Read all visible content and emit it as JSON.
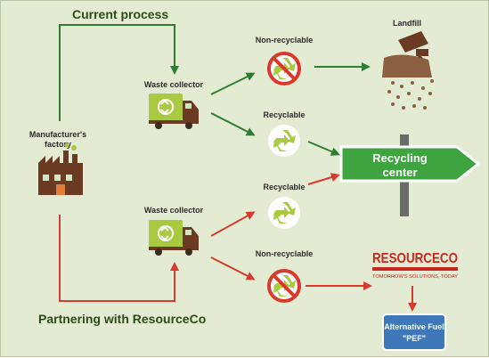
{
  "colors": {
    "background": "#e3ecd2",
    "current_flow": "#2f7d32",
    "partner_flow": "#d93a2b",
    "truck_box": "#a9c940",
    "truck_cab": "#6b3a22",
    "sign": "#3fa33f",
    "fuel_box": "#3f78b8",
    "resourceco_red": "#c8261e"
  },
  "headings": {
    "current": "Current process",
    "partner": "Partnering with ResourceCo"
  },
  "factory": {
    "label_line1": "Manufacturer's",
    "label_line2": "factory",
    "icon": "factory-icon"
  },
  "top": {
    "collector": "Waste collector",
    "non_recyclable": "Non-recyclable",
    "recyclable": "Recyclable",
    "landfill": "Landfill"
  },
  "bottom": {
    "collector": "Waste collector",
    "recyclable": "Recyclable",
    "non_recyclable": "Non-recyclable"
  },
  "sign": {
    "line1": "Recycling",
    "line2": "center"
  },
  "resourceco": {
    "logo_text": "RESOURCECO",
    "tagline": "TOMORROW'S SOLUTIONS, TODAY"
  },
  "fuel": {
    "line1": "Alternative Fuel",
    "line2": "\"PEF\""
  }
}
